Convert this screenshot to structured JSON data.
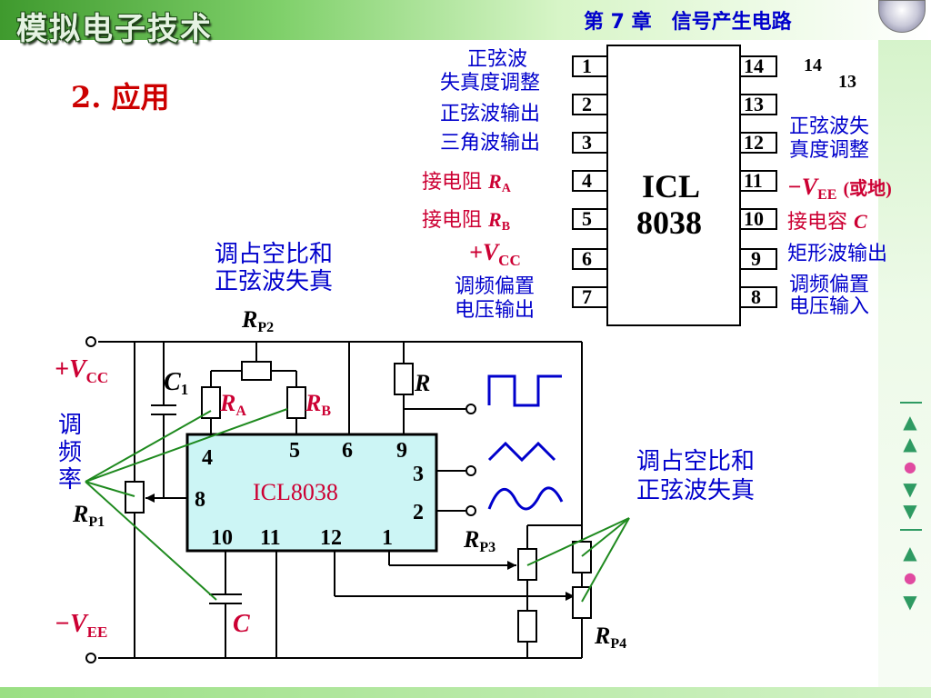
{
  "header": {
    "brand": "模拟电子技术",
    "chapter": "第 7 章　信号产生电路"
  },
  "section_title": "2. 应用",
  "pinout": {
    "chip_line1": "ICL",
    "chip_line2": "8038",
    "left_pins": [
      "1",
      "2",
      "3",
      "4",
      "5",
      "6",
      "7"
    ],
    "right_pins": [
      "14",
      "13",
      "12",
      "11",
      "10",
      "9",
      "8"
    ],
    "corner_14": "14",
    "corner_13": "13",
    "pin1_label_l1": "正弦波",
    "pin1_label_l2": "失真度调整",
    "pin2_label": "正弦波输出",
    "pin3_label": "三角波输出",
    "pin4_label": "接电阻",
    "pin4_r": "R",
    "pin4_sub": "A",
    "pin5_label": "接电阻",
    "pin5_r": "R",
    "pin5_sub": "B",
    "pin6_label": "+V",
    "pin6_sub": "CC",
    "pin7_label_l1": "调频偏置",
    "pin7_label_l2": "电压输出",
    "pin12_label_l1": "正弦波失",
    "pin12_label_l2": "真度调整",
    "pin11_label": "−V",
    "pin11_sub": "EE",
    "pin11_extra": "(或地)",
    "pin10_label": "接电容",
    "pin10_c": "C",
    "pin9_label": "矩形波输出",
    "pin8_label_l1": "调频偏置",
    "pin8_label_l2": "电压输入"
  },
  "circuit": {
    "duty_label1_l1": "调占空比和",
    "duty_label1_l2": "正弦波失真",
    "duty_label2_l1": "调占空比和",
    "duty_label2_l2": "正弦波失真",
    "freq_l1": "调",
    "freq_l2": "频",
    "freq_l3": "率",
    "vcc": "+V",
    "vcc_sub": "CC",
    "vee": "−V",
    "vee_sub": "EE",
    "rp1": "R",
    "rp1_sub": "P1",
    "rp2": "R",
    "rp2_sub": "P2",
    "rp3": "R",
    "rp3_sub": "P3",
    "rp4": "R",
    "rp4_sub": "P4",
    "ra": "R",
    "ra_sub": "A",
    "rb": "R",
    "rb_sub": "B",
    "r": "R",
    "c1": "C",
    "c1_sub": "1",
    "c": "C",
    "ic_name": "ICL8038",
    "ic_pins": {
      "p4": "4",
      "p5": "5",
      "p6": "6",
      "p9": "9",
      "p3": "3",
      "p8": "8",
      "p2": "2",
      "p10": "10",
      "p11": "11",
      "p12": "12",
      "p1": "1"
    }
  },
  "nav": {
    "first": "⊼",
    "prev": "▲",
    "dot": "●",
    "next": "▼",
    "last": "⊻"
  },
  "colors": {
    "wire": "#000000",
    "ic_fill": "#ccf5f5",
    "pointer": "#1f8a1f",
    "wave": "#0000cc"
  }
}
